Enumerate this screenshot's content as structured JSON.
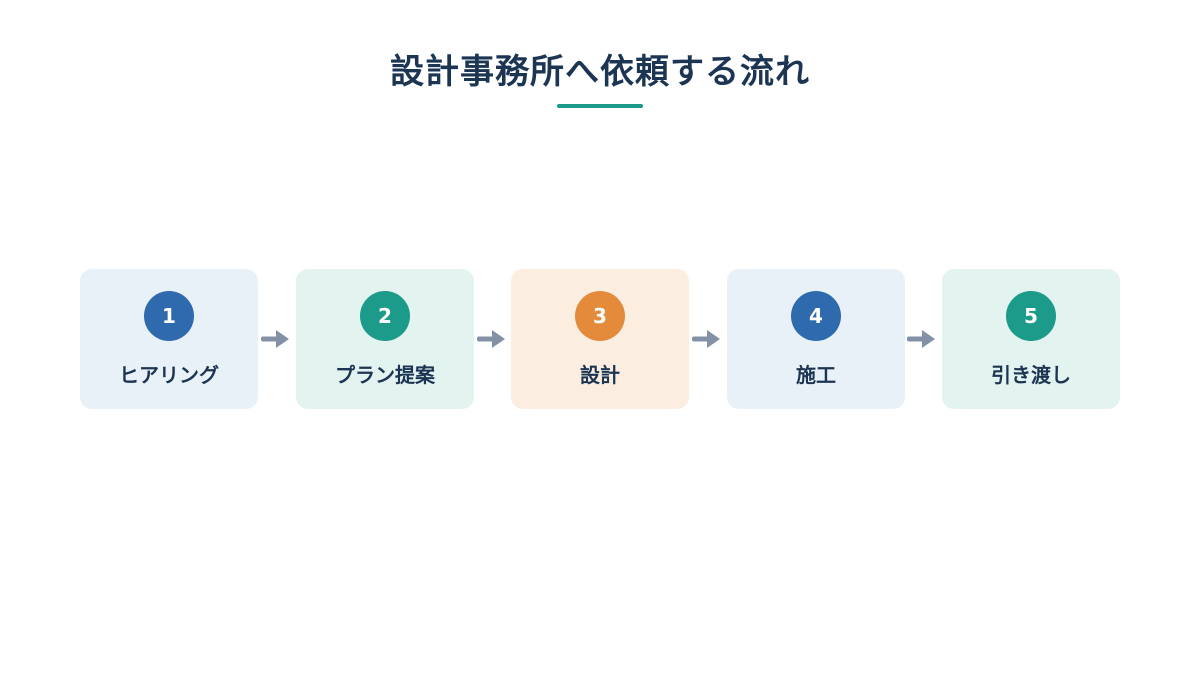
{
  "title": "設計事務所へ依頼する流れ",
  "colors": {
    "title": "#1b3553",
    "accent": "#1c9a8a",
    "arrow": "#8391a6",
    "blue": "#2e6aad",
    "teal": "#1c9a8a",
    "orange": "#e38b3a"
  },
  "steps": [
    {
      "number": "1",
      "label": "ヒアリング",
      "color": "blue"
    },
    {
      "number": "2",
      "label": "プラン提案",
      "color": "teal"
    },
    {
      "number": "3",
      "label": "設計",
      "color": "orange"
    },
    {
      "number": "4",
      "label": "施工",
      "color": "blue"
    },
    {
      "number": "5",
      "label": "引き渡し",
      "color": "teal"
    }
  ],
  "arrow_icon": "right-arrow-icon"
}
